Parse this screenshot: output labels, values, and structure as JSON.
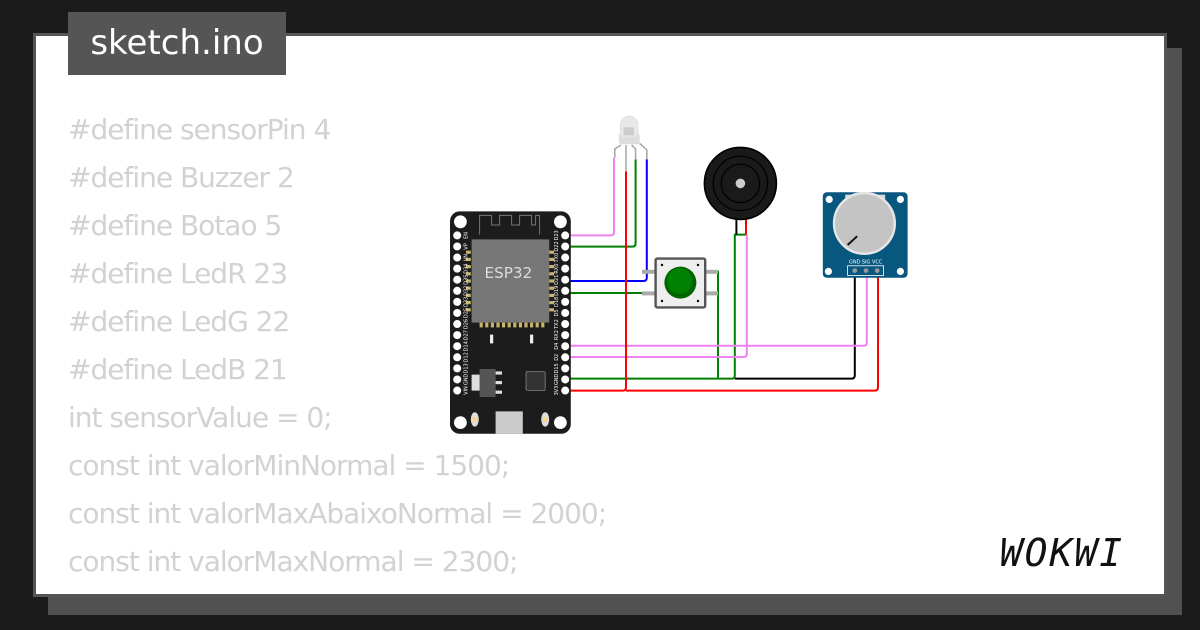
{
  "file_tab": {
    "title": "sketch.ino"
  },
  "code_lines": [
    "#define sensorPin 4",
    "#define Buzzer 2",
    "#define Botao 5",
    "#define LedR 23",
    "#define LedG 22",
    "#define LedB 21",
    "int sensorValue = 0;",
    "const int valorMinNormal = 1500;",
    "const int valorMaxAbaixoNormal = 2000;",
    "const int valorMaxNormal = 2300;"
  ],
  "esp32": {
    "label": "ESP32",
    "left_pins": [
      "EN",
      "VP",
      "VN",
      "D34",
      "D35",
      "D32",
      "D33",
      "D25",
      "D26",
      "D27",
      "D14",
      "D12",
      "D13",
      "GND",
      "VIN"
    ],
    "right_pins": [
      "D23",
      "D22",
      "TX0",
      "RX0",
      "D21",
      "D19",
      "D18",
      "D5",
      "TX2",
      "RX2",
      "D4",
      "D2",
      "D15",
      "GND",
      "3V3"
    ]
  },
  "potentiometer": {
    "pins": [
      "GND",
      "SIG",
      "VCC"
    ]
  },
  "wire_colors": {
    "pink": "#ee82ee",
    "green": "#008000",
    "blue": "#0000ff",
    "red": "#ff0000",
    "black": "#000000"
  },
  "logo": "WOKWI"
}
